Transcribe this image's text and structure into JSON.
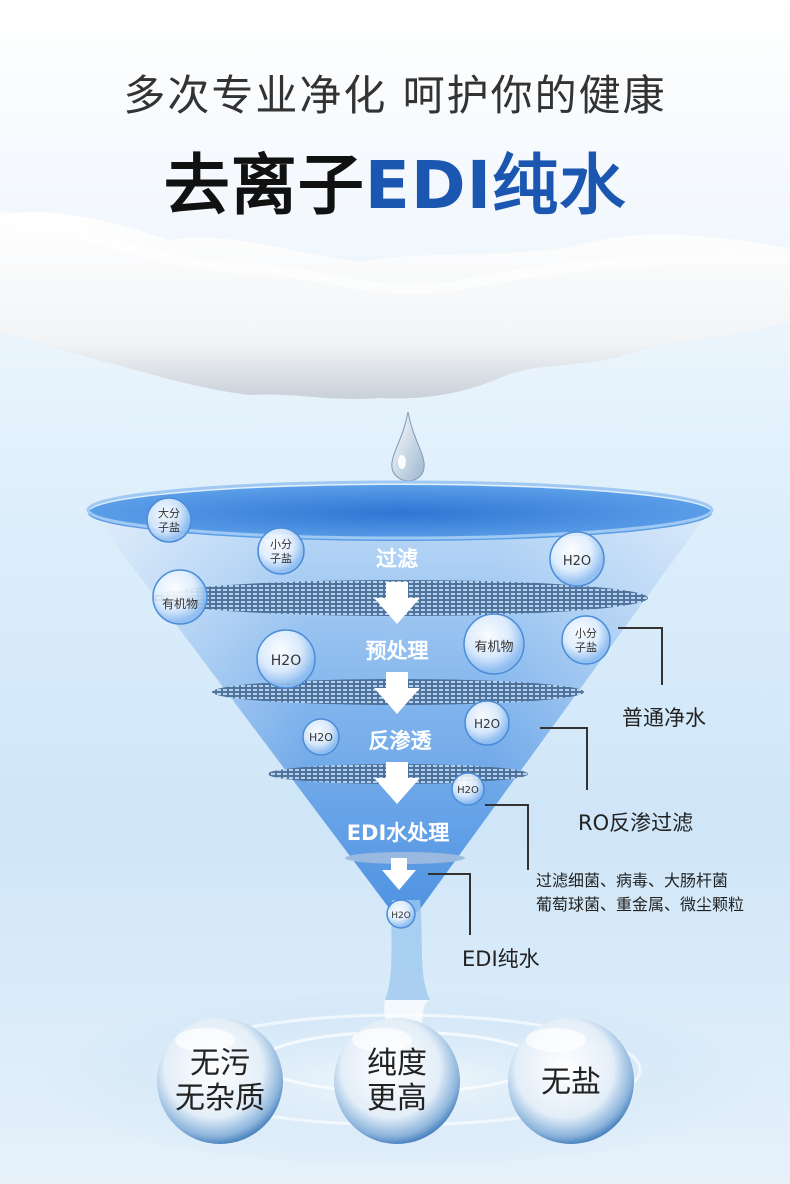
{
  "header": {
    "headline": "多次专业净化 呵护你的健康",
    "title_part1": "去离子",
    "title_part2": "EDI纯水"
  },
  "funnel": {
    "steps": [
      "过滤",
      "预处理",
      "反渗透",
      "EDI水处理"
    ],
    "bubbles": [
      {
        "line1": "大分",
        "line2": "子盐"
      },
      {
        "line1": "小分",
        "line2": "子盐"
      },
      {
        "line1": "H2O",
        "line2": ""
      },
      {
        "line1": "有机物",
        "line2": ""
      },
      {
        "line1": "H2O",
        "line2": ""
      },
      {
        "line1": "有机物",
        "line2": ""
      },
      {
        "line1": "小分",
        "line2": "子盐"
      },
      {
        "line1": "H2O",
        "line2": ""
      },
      {
        "line1": "H2O",
        "line2": ""
      },
      {
        "line1": "H2O",
        "line2": ""
      },
      {
        "line1": "H2O",
        "line2": ""
      }
    ]
  },
  "annotations": {
    "normal": "普通净水",
    "ro": "RO反渗过滤",
    "detail_line1": "过滤细菌、病毒、大肠杆菌",
    "detail_line2": "葡萄球菌、重金属、微尘颗粒",
    "edi": "EDI纯水"
  },
  "features": [
    {
      "line1": "无污",
      "line2": "无杂质"
    },
    {
      "line1": "纯度",
      "line2": "更高"
    },
    {
      "line1": "无盐",
      "line2": ""
    }
  ],
  "colors": {
    "title_blue": "#1b57b0",
    "funnel_blue": "#3d86de"
  }
}
